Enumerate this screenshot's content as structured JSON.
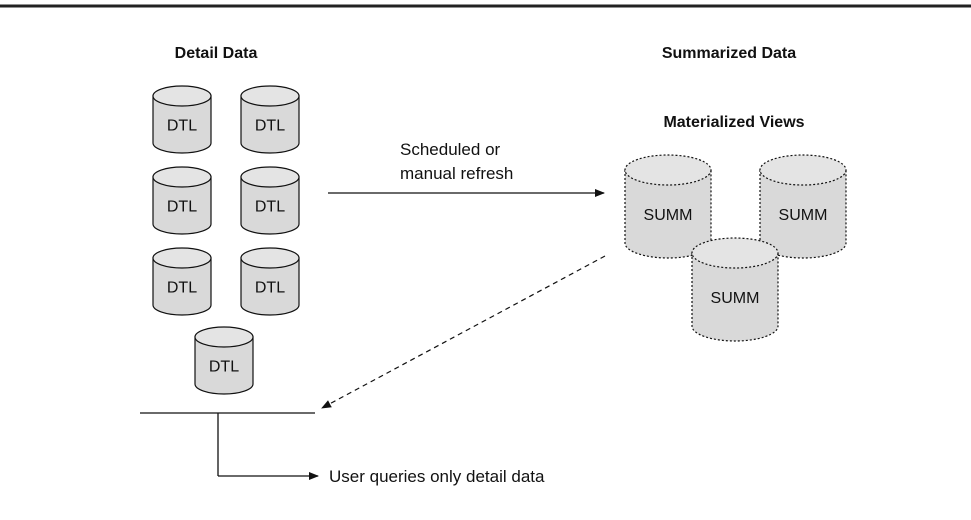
{
  "detail_heading": "Detail Data",
  "summary_heading": "Summarized Data",
  "mv_heading": "Materialized Views",
  "refresh_line1": "Scheduled or",
  "refresh_line2": "manual refresh",
  "user_label": "User queries only detail data",
  "detail_cylinders": [
    "DTL",
    "DTL",
    "DTL",
    "DTL",
    "DTL",
    "DTL",
    "DTL"
  ],
  "summary_cylinders": [
    "SUMM",
    "SUMM",
    "SUMM"
  ],
  "colors": {
    "rule": "#222222",
    "line": "#111111",
    "cylinder_fill": "#d9d9d9",
    "cylinder_top": "#e4e4e4"
  }
}
